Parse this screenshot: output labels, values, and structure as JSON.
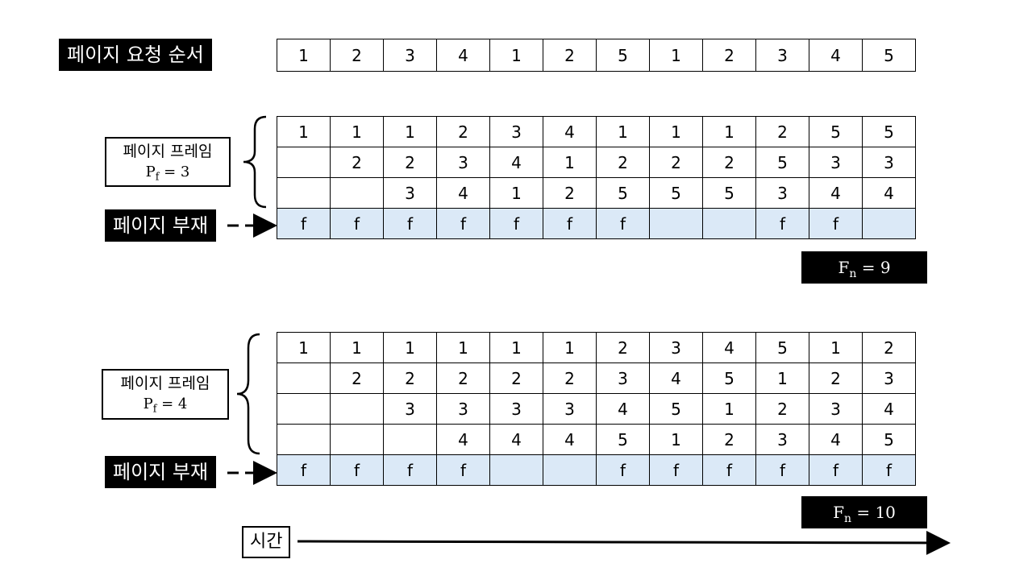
{
  "request": {
    "label": "페이지 요청 순서",
    "sequence": [
      "1",
      "2",
      "3",
      "4",
      "1",
      "2",
      "5",
      "1",
      "2",
      "3",
      "4",
      "5"
    ]
  },
  "sections": [
    {
      "frame_label": "페이지 프레임",
      "pf_label": "P",
      "pf_sub": "f",
      "pf_value": "= 3",
      "rows": [
        [
          "1",
          "1",
          "1",
          "2",
          "3",
          "4",
          "1",
          "1",
          "1",
          "2",
          "5",
          "5"
        ],
        [
          "",
          "2",
          "2",
          "3",
          "4",
          "1",
          "2",
          "2",
          "2",
          "5",
          "3",
          "3"
        ],
        [
          "",
          "",
          "3",
          "4",
          "1",
          "2",
          "5",
          "5",
          "5",
          "3",
          "4",
          "4"
        ]
      ],
      "fault_label": "페이지 부재",
      "faults": [
        "f",
        "f",
        "f",
        "f",
        "f",
        "f",
        "f",
        "",
        "",
        "f",
        "f",
        ""
      ],
      "fn_label": "F",
      "fn_sub": "n",
      "fn_value": "= 9"
    },
    {
      "frame_label": "페이지 프레임",
      "pf_label": "P",
      "pf_sub": "f",
      "pf_value": "= 4",
      "rows": [
        [
          "1",
          "1",
          "1",
          "1",
          "1",
          "1",
          "2",
          "3",
          "4",
          "5",
          "1",
          "2"
        ],
        [
          "",
          "2",
          "2",
          "2",
          "2",
          "2",
          "3",
          "4",
          "5",
          "1",
          "2",
          "3"
        ],
        [
          "",
          "",
          "3",
          "3",
          "3",
          "3",
          "4",
          "5",
          "1",
          "2",
          "3",
          "4"
        ],
        [
          "",
          "",
          "",
          "4",
          "4",
          "4",
          "5",
          "1",
          "2",
          "3",
          "4",
          "5"
        ]
      ],
      "fault_label": "페이지 부재",
      "faults": [
        "f",
        "f",
        "f",
        "f",
        "",
        "",
        "f",
        "f",
        "f",
        "f",
        "f",
        "f"
      ],
      "fn_label": "F",
      "fn_sub": "n",
      "fn_value": "= 10"
    }
  ],
  "time_label": "시간"
}
